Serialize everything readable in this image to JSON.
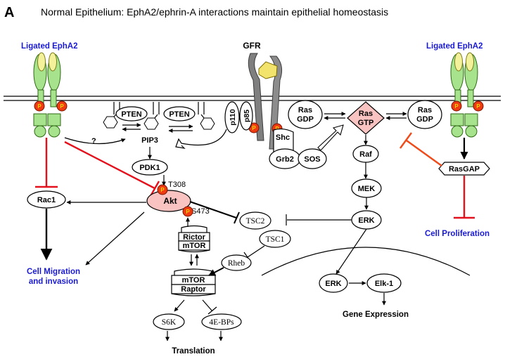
{
  "panel_letter": "A",
  "title": "Normal Epithelium: EphA2/ephrin-A interactions maintain epithelial homeostasis",
  "labels": {
    "ligated_left": "Ligated EphA2",
    "ligated_right": "Ligated EphA2",
    "gfr": "GFR",
    "phospho": "P",
    "question": "?",
    "pten1": "PTEN",
    "pten2": "PTEN",
    "pip3": "PIP3",
    "pdk1": "PDK1",
    "t308": "T308",
    "akt": "Akt",
    "s473": "S473",
    "rictor": "Rictor",
    "mtor2": "mTOR",
    "mtor1": "mTOR",
    "raptor": "Raptor",
    "s6k": "S6K",
    "ebps": "4E-BPs",
    "translation": "Translation",
    "rac1": "Rac1",
    "migration_line1": "Cell Migration",
    "migration_line2": "and invasion",
    "p110": "p110",
    "p85": "p85",
    "shc": "Shc",
    "grb2": "Grb2",
    "sos": "SOS",
    "ras_gdp_left_1": "Ras",
    "ras_gdp_left_2": "GDP",
    "ras_gtp_1": "Ras",
    "ras_gtp_2": "GTP",
    "ras_gdp_right_1": "Ras",
    "ras_gdp_right_2": "GDP",
    "raf": "Raf",
    "mek": "MEK",
    "erk": "ERK",
    "tsc2": "TSC2",
    "tsc1": "TSC1",
    "rheb": "Rheb",
    "rasgap": "RasGAP",
    "proliferation": "Cell Proliferation",
    "erk_nuc": "ERK",
    "elk1": "Elk-1",
    "gene_expression": "Gene Expression"
  },
  "colors": {
    "receptor_green": "#a7e38d",
    "ligand_yellow": "#f3f29b",
    "phospho_red": "#ee3b12",
    "inhibition_red": "#e4101b",
    "inhibition_orange": "#ef4a1a",
    "akt_pink": "#f8c3c0",
    "ras_gtp_pink": "#f8c3c0",
    "label_blue": "#1a1ad6",
    "gfr_gray": "#7f7f7f"
  }
}
